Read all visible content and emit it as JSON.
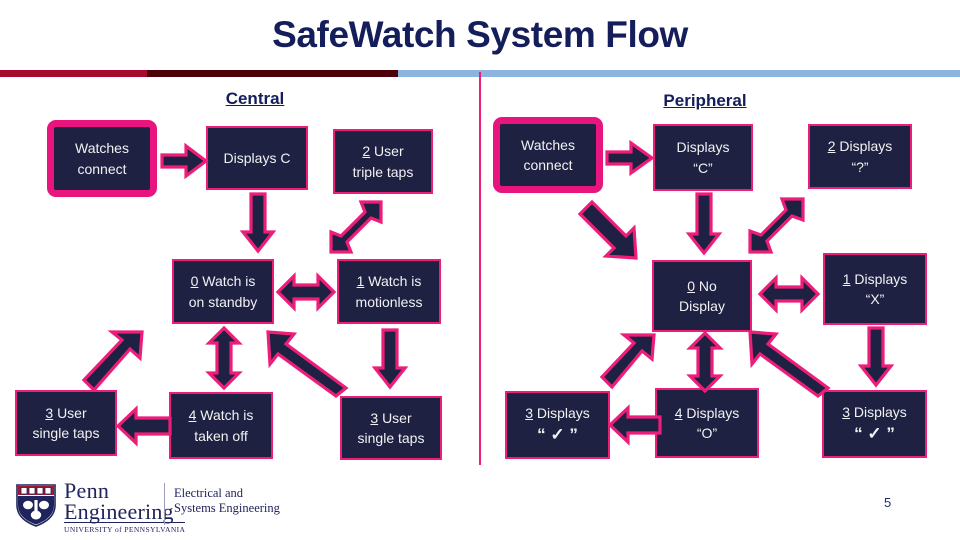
{
  "slide": {
    "title": "SafeWatch System Flow",
    "page_number": "5",
    "colors": {
      "navy_title": "#141E5A",
      "box_fill": "#1E2142",
      "pink_accent": "#ED1E79",
      "bar_red": "#A60A2E",
      "bar_maroon": "#4E0008",
      "bar_blue": "#8CB4DC"
    }
  },
  "columns": {
    "central": {
      "heading": "Central"
    },
    "peripheral": {
      "heading": "Peripheral"
    }
  },
  "central_nodes": [
    {
      "id": "c-watches-connect",
      "line1": "Watches",
      "line2": "connect",
      "index": "",
      "emphasis": "thick"
    },
    {
      "id": "c-displays-c",
      "line1": "Displays C",
      "line2": "",
      "index": ""
    },
    {
      "id": "c-user-triple-taps",
      "index": "2",
      "line1": "User",
      "line2": "triple taps"
    },
    {
      "id": "c-watch-standby",
      "index": "0",
      "line1": "Watch is",
      "line2": "on standby"
    },
    {
      "id": "c-watch-motionless",
      "index": "1",
      "line1": "Watch is",
      "line2": "motionless"
    },
    {
      "id": "c-user-single-taps-left",
      "index": "3",
      "line1": "User",
      "line2": "single taps"
    },
    {
      "id": "c-watch-taken-off",
      "index": "4",
      "line1": "Watch is",
      "line2": "taken off"
    },
    {
      "id": "c-user-single-taps-right",
      "index": "3",
      "line1": "User",
      "line2": "single taps"
    }
  ],
  "peripheral_nodes": [
    {
      "id": "p-watches-connect",
      "line1": "Watches",
      "line2": "connect",
      "index": "",
      "emphasis": "thick"
    },
    {
      "id": "p-displays-c",
      "line1": "Displays",
      "line2": "“C”",
      "index": ""
    },
    {
      "id": "p-displays-question",
      "index": "2",
      "line1": "Displays",
      "line2": "“?”"
    },
    {
      "id": "p-no-display",
      "index": "0",
      "line1": "No",
      "line2": "Display"
    },
    {
      "id": "p-displays-x",
      "index": "1",
      "line1": "Displays",
      "line2": "“X”"
    },
    {
      "id": "p-displays-check-left",
      "index": "3",
      "line1": "Displays",
      "line2": "“ ✓ ”"
    },
    {
      "id": "p-displays-o",
      "index": "4",
      "line1": "Displays",
      "line2": "“O”"
    },
    {
      "id": "p-displays-check-right",
      "index": "3",
      "line1": "Displays",
      "line2": "“ ✓ ”"
    }
  ],
  "footer": {
    "penn_line1": "Penn",
    "penn_line2": "Engineering",
    "penn_line3": "UNIVERSITY of PENNSYLVANIA",
    "dept_line1": "Electrical and",
    "dept_line2": "Systems Engineering"
  }
}
